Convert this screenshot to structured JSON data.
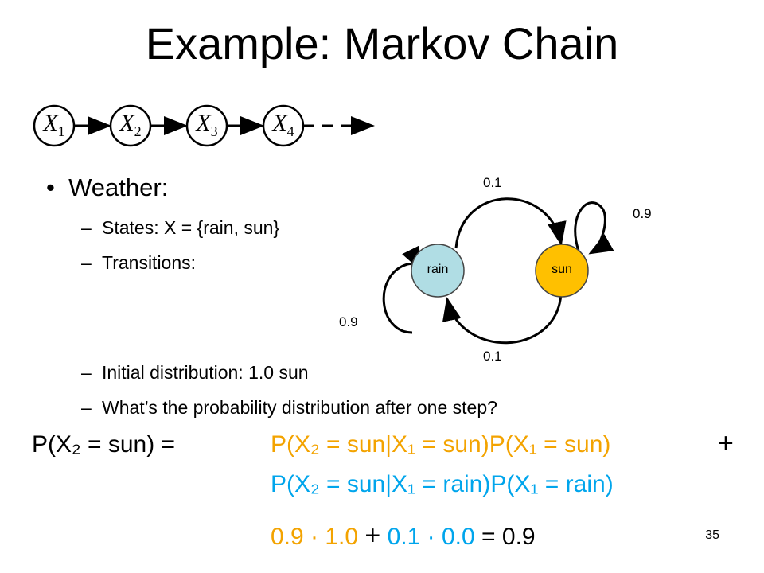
{
  "title": "Example: Markov Chain",
  "chain_nodes": [
    {
      "var": "X",
      "sub": "1"
    },
    {
      "var": "X",
      "sub": "2"
    },
    {
      "var": "X",
      "sub": "3"
    },
    {
      "var": "X",
      "sub": "4"
    }
  ],
  "bullet": "Weather:",
  "subitems": {
    "states": "States: X = {rain, sun}",
    "transitions": "Transitions:",
    "initial": "Initial distribution: 1.0 sun",
    "question": "What’s the probability distribution after one step?"
  },
  "diagram": {
    "rain_label": "rain",
    "sun_label": "sun",
    "rain_to_sun": "0.1",
    "sun_to_rain": "0.1",
    "sun_self": "0.9",
    "rain_self": "0.9",
    "rain_color": "#b0dde4",
    "sun_color": "#ffc000"
  },
  "equation": {
    "lhs": "P(X₂ = sun) =",
    "term1": "P(X₂ = sun|X₁ = sun)P(X₁ = sun)",
    "plus": "+",
    "term2": "P(X₂ = sun|X₁ = rain)P(X₁ = rain)",
    "calc_a": "0.9 · 1.0",
    "calc_plus": "+",
    "calc_b": "0.1 · 0.0",
    "calc_result": "= 0.9"
  },
  "colors": {
    "orange": "#f3a300",
    "blue": "#00a5ec"
  },
  "page_number": "35"
}
